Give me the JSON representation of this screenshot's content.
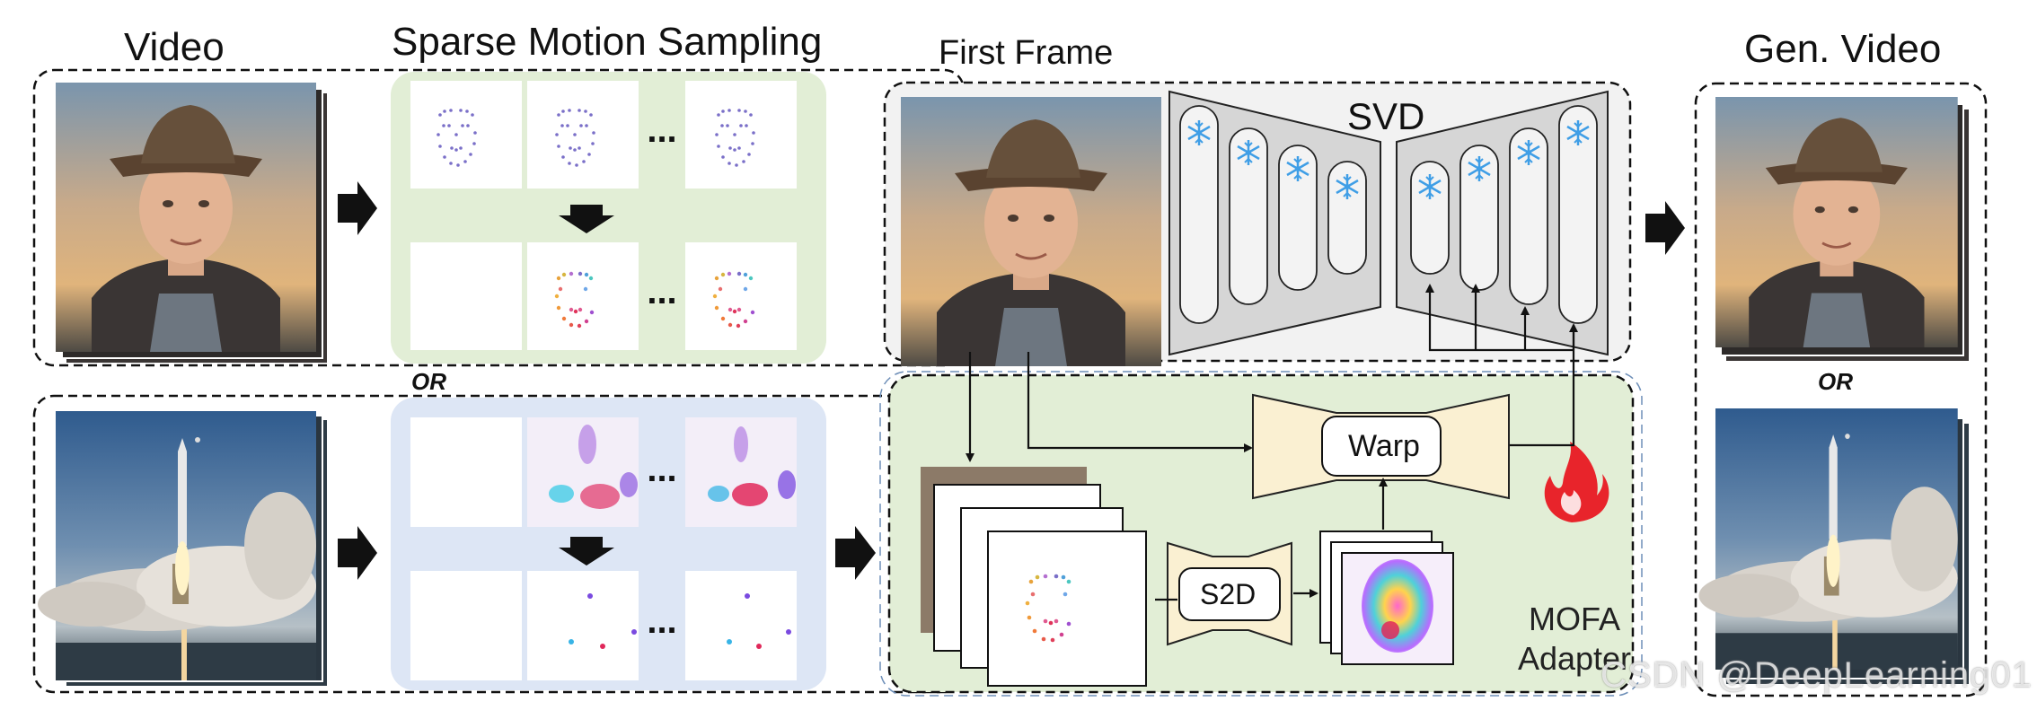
{
  "titles": {
    "video": "Video",
    "sampling": "Sparse Motion Sampling",
    "first_frame": "First Frame",
    "gen_video": "Gen. Video"
  },
  "or_label": "OR",
  "blocks": {
    "svd": "SVD",
    "warp": "Warp",
    "s2d": "S2D",
    "adapter_line1": "MOFA",
    "adapter_line2": "Adapter"
  },
  "sampling_ellipsis": "...",
  "watermark": "CSDN @DeepLearning01",
  "colors": {
    "green_panel": "#e2eed6",
    "blue_panel": "#dde6f5",
    "svd_panel": "#f2f2f2",
    "encoder_fill": "#d6d6d6",
    "trapezoid_fill": "#faf0d2",
    "fire": "#e8242b",
    "snowflake": "#3f9ee6"
  },
  "icons": [
    "snowflake-icon",
    "fire-icon",
    "down-arrow-icon",
    "right-arrow-icon"
  ]
}
